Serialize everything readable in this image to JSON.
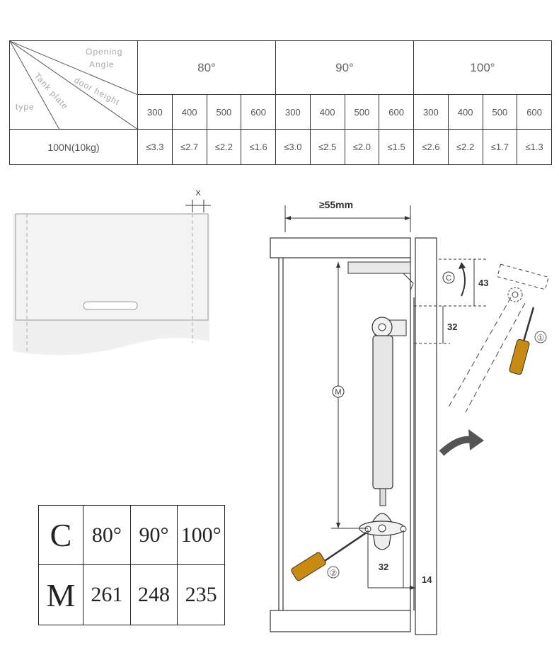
{
  "spec_table": {
    "corner_labels": {
      "opening_angle_line1": "Opening",
      "opening_angle_line2": "Angle",
      "door_height": "door height",
      "tank_plate": "Tank plate",
      "type": "type"
    },
    "angles": [
      "80°",
      "90°",
      "100°"
    ],
    "heights": [
      "300",
      "400",
      "500",
      "600",
      "300",
      "400",
      "500",
      "600",
      "300",
      "400",
      "500",
      "600"
    ],
    "row_label": "100N(10kg)",
    "values": [
      "≤3.3",
      "≤2.7",
      "≤2.2",
      "≤1.6",
      "≤3.0",
      "≤2.5",
      "≤2.0",
      "≤1.5",
      "≤2.6",
      "≤2.2",
      "≤1.7",
      "≤1.3"
    ]
  },
  "cabinet_sketch": {
    "gap_label": "X"
  },
  "install_diagram": {
    "width_label": "≥55mm",
    "c_marker": "C",
    "m_marker": "M",
    "dim_43": "43",
    "dim_32_top": "32",
    "dim_32_bottom": "32",
    "dim_14": "14",
    "step1": "①",
    "step2": "②"
  },
  "c_m_table": {
    "c_label": "C",
    "m_label": "M",
    "c_values": [
      "80°",
      "90°",
      "100°"
    ],
    "m_values": [
      "261",
      "248",
      "235"
    ]
  },
  "colors": {
    "line": "#333333",
    "screwdriver_handle": "#c98a12",
    "arrow": "#555555"
  }
}
